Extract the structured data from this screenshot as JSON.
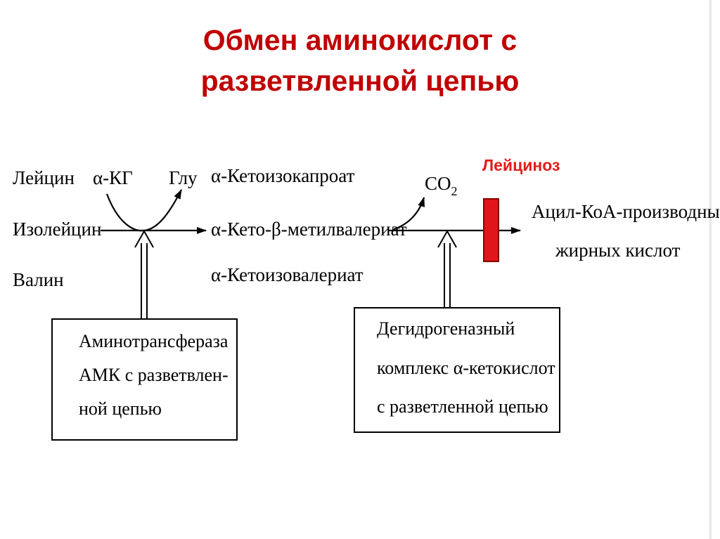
{
  "title": {
    "line1": "Обмен аминокислот с",
    "line2": "разветвленной цепью"
  },
  "colors": {
    "title": "#c00000",
    "block_fill": "#e0161b",
    "block_stroke": "#8b0000",
    "leucinosis_label": "#e31b1b",
    "line": "#000000"
  },
  "substrates": [
    "Лейцин",
    "Изолейцин",
    "Валин"
  ],
  "transamination": {
    "cosubstrate": "α-КГ",
    "product": "Глу"
  },
  "keto_acids": [
    "α-Кетоизокапроат",
    "α-Кето-β-метилвалериат",
    "α-Кетоизовалериат"
  ],
  "decarboxylation": {
    "co2_base": "CO",
    "co2_subscript": "2"
  },
  "block_label": "Лейциноз",
  "products": {
    "line1": "Ацил-КоА-производные",
    "line2": "жирных кислот"
  },
  "enzyme1": {
    "line1": "Аминотрансфераза",
    "line2": "АМК с разветвлен-",
    "line3": "ной цепью"
  },
  "enzyme2": {
    "line1": "Дегидрогеназный",
    "line2": "комплекс α-кетокислот",
    "line3": "с разветленной цепью"
  }
}
